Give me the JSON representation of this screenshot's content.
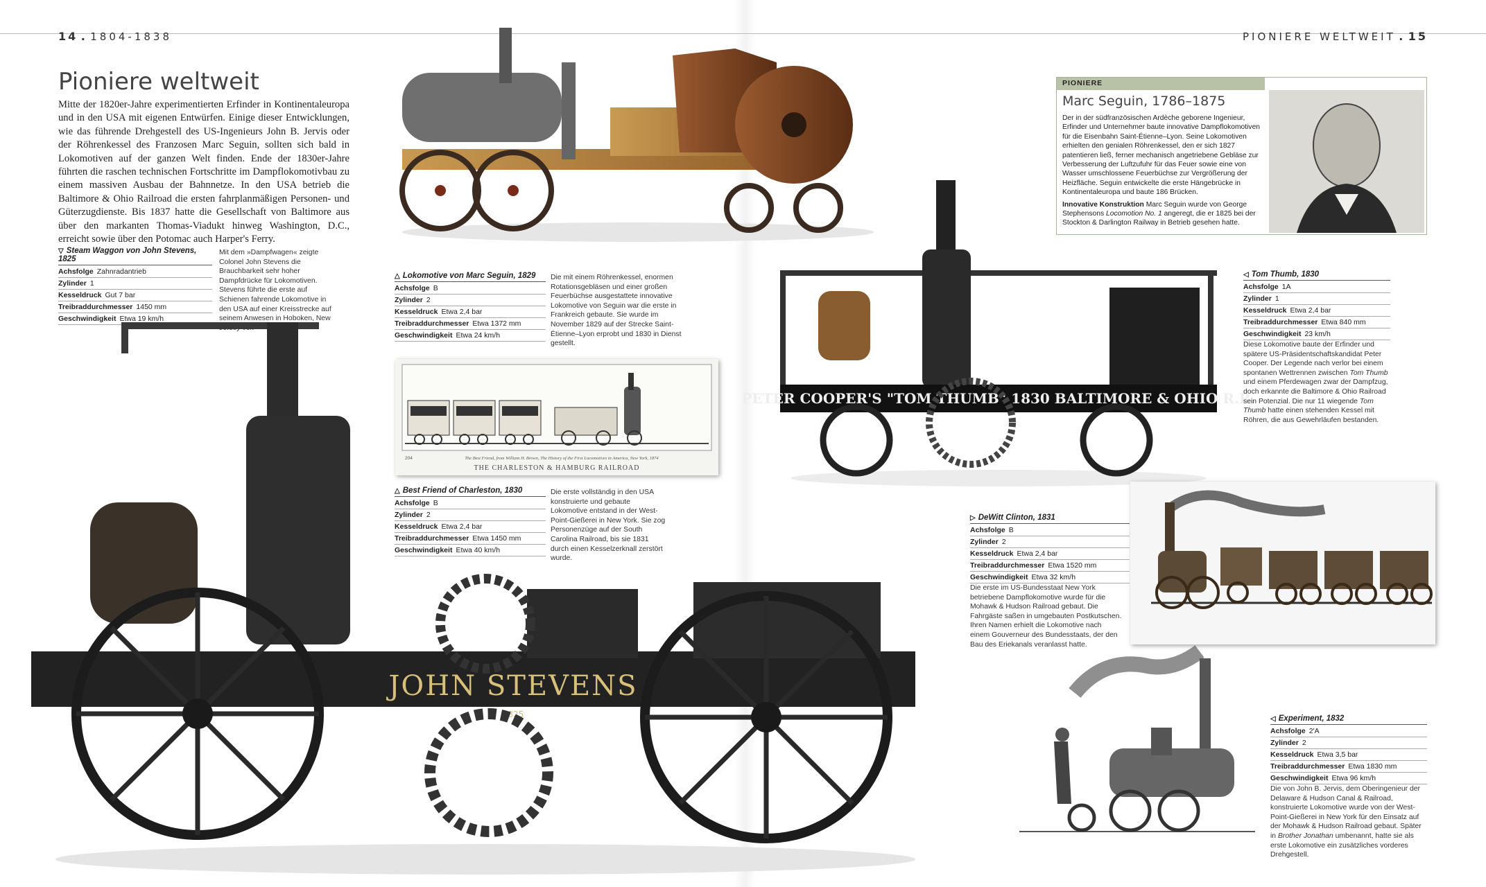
{
  "header": {
    "left_page_num": "14",
    "left_sep": ".",
    "left_range": "1804-1838",
    "right_title": "PIONIERE WELTWEIT",
    "right_sep": ".",
    "right_page_num": "15"
  },
  "title": "Pioniere weltweit",
  "intro": "Mitte der 1820er-Jahre experimentierten Erfinder in Kontinentaleuropa und in den USA mit eigenen Entwürfen. Einige dieser Entwicklungen, wie das führende Drehgestell des US-Ingenieurs John B. Jervis oder der Röhrenkessel des Franzosen Marc Seguin, sollten sich bald in Lokomotiven auf der ganzen Welt finden. Ende der 1830er-Jahre führten die raschen technischen Fortschritte im Dampflokomotivbau zu einem massiven Ausbau der Bahnnetze. In den USA betrieb die Baltimore & Ohio Railroad die ersten fahrplanmäßigen Personen- und Güterzugdienste. Bis 1837 hatte die Gesellschaft von Baltimore aus über den markanten Thomas-Viadukt hinweg Washington, D.C., erreicht sowie über den Potomac auch Harper's Ferry.",
  "pioneer": {
    "tag": "PIONIERE",
    "name": "Marc Seguin, 1786–1875",
    "text": "Der in der südfranzösischen Ardèche geborene Ingenieur, Erfinder und Unternehmer baute innovative Dampflokomotiven für die Eisenbahn Saint-Étienne–Lyon. Seine Lokomotiven erhielten den genialen Röhrenkessel, den er sich 1827 patentieren ließ, ferner mechanisch angetriebene Gebläse zur Verbesserung der Luftzufuhr für das Feuer sowie eine von Wasser umschlossene Feuerbüchse zur Vergrößerung der Heizfläche. Seguin entwickelte die erste Hängebrücke in Kontinentaleuropa und baute 186 Brücken.",
    "sub_label": "Innovative Konstruktion",
    "sub_pre": " Marc Seguin wurde von George Stephensons ",
    "sub_italic": "Locomotion No. 1",
    "sub_post": " angeregt, die er 1825 bei der Stockton & Darlington Railway in Betrieb gesehen hatte."
  },
  "specs": {
    "stevens": {
      "marker": "▽",
      "name": "Steam Waggon von John Stevens, 1825",
      "rows": [
        {
          "k": "Achsfolge",
          "v": "Zahnradantrieb"
        },
        {
          "k": "Zylinder",
          "v": "1"
        },
        {
          "k": "Kesseldruck",
          "v": "Gut 7 bar"
        },
        {
          "k": "Treibraddurchmesser",
          "v": "1450 mm"
        },
        {
          "k": "Geschwindigkeit",
          "v": "Etwa 19 km/h"
        }
      ],
      "desc": "Mit dem »Dampfwagen« zeigte Colonel John Stevens die Brauchbarkeit sehr hoher Dampfdrücke für Lokomotiven. Stevens führte die erste auf Schienen fahrende Lokomotive in den USA auf einer Kreisstrecke auf seinem Anwesen in Hoboken, New Jersey vor."
    },
    "seguin": {
      "marker": "△",
      "name": "Lokomotive von Marc Seguin, 1829",
      "rows": [
        {
          "k": "Achsfolge",
          "v": "B"
        },
        {
          "k": "Zylinder",
          "v": "2"
        },
        {
          "k": "Kesseldruck",
          "v": "Etwa 2,4 bar"
        },
        {
          "k": "Treibraddurchmesser",
          "v": "Etwa 1372 mm"
        },
        {
          "k": "Geschwindigkeit",
          "v": "Etwa 24 km/h"
        }
      ],
      "desc": "Die mit einem Röhrenkessel, enormen Rotationsgebläsen und einer großen Feuerbüchse ausgestattete innovative Lokomotive von Seguin war die erste in Frankreich gebaute. Sie wurde im November 1829 auf der Strecke Saint-Étienne–Lyon erprobt und 1830 in Dienst gestellt."
    },
    "bestfriend": {
      "marker": "△",
      "name": "Best Friend of Charleston, 1830",
      "rows": [
        {
          "k": "Achsfolge",
          "v": "B"
        },
        {
          "k": "Zylinder",
          "v": "2"
        },
        {
          "k": "Kesseldruck",
          "v": "Etwa 2,4 bar"
        },
        {
          "k": "Treibraddurchmesser",
          "v": "Etwa 1450 mm"
        },
        {
          "k": "Geschwindigkeit",
          "v": "Etwa 40 km/h"
        }
      ],
      "desc": "Die erste vollständig in den USA konstruierte und gebaute Lokomotive entstand in der West-Point-Gießerei in New York. Sie zog Personenzüge auf der South Carolina Railroad, bis sie 1831 durch einen Kesselzerknall zerstört wurde."
    },
    "tomthumb": {
      "marker": "◁",
      "name": "Tom Thumb, 1830",
      "rows": [
        {
          "k": "Achsfolge",
          "v": "1A"
        },
        {
          "k": "Zylinder",
          "v": "1"
        },
        {
          "k": "Kesseldruck",
          "v": "Etwa 2,4 bar"
        },
        {
          "k": "Treibraddurchmesser",
          "v": "Etwa 840 mm"
        },
        {
          "k": "Geschwindigkeit",
          "v": "23 km/h"
        }
      ],
      "desc_1": "Diese Lokomotive baute der Erfinder und spätere US-Präsidentschaftskandidat Peter Cooper. Der Legende nach verlor bei einem spontanen Wettrennen zwischen ",
      "desc_i1": "Tom Thumb",
      "desc_2": " und einem Pferdewagen zwar der Dampfzug, doch erkannte die Baltimore & Ohio Railroad sein Potenzial. Die nur 11 wiegende ",
      "desc_i2": "Tom Thumb",
      "desc_3": " hatte einen stehenden Kessel mit Röhren, die aus Gewehrläufen bestanden."
    },
    "dewitt": {
      "marker": "▷",
      "name": "DeWitt Clinton, 1831",
      "rows": [
        {
          "k": "Achsfolge",
          "v": "B"
        },
        {
          "k": "Zylinder",
          "v": "2"
        },
        {
          "k": "Kesseldruck",
          "v": "Etwa 2,4 bar"
        },
        {
          "k": "Treibraddurchmesser",
          "v": "Etwa 1520 mm"
        },
        {
          "k": "Geschwindigkeit",
          "v": "Etwa 32 km/h"
        }
      ],
      "desc": "Die erste im US-Bundesstaat New York betriebene Dampflokomotive wurde für die Mohawk & Hudson Railroad gebaut. Die Fahrgäste saßen in umgebauten Postkutschen. Ihren Namen erhielt die Lokomotive nach einem Gouverneur des Bundesstaats, der den Bau des Eriekanals veranlasst hatte."
    },
    "experiment": {
      "marker": "◁",
      "name": "Experiment, 1832",
      "rows": [
        {
          "k": "Achsfolge",
          "v": "2'A"
        },
        {
          "k": "Zylinder",
          "v": "2"
        },
        {
          "k": "Kesseldruck",
          "v": "Etwa 3,5 bar"
        },
        {
          "k": "Treibraddurchmesser",
          "v": "Etwa 1830 mm"
        },
        {
          "k": "Geschwindigkeit",
          "v": "Etwa 96 km/h"
        }
      ],
      "desc_1": "Die von John B. Jervis, dem Oberingenieur der Delaware & Hudson Canal & Railroad, konstruierte Lokomotive wurde von der West-Point-Gießerei in New York für den Einsatz auf der Mohawk & Hudson Railroad gebaut. Später in ",
      "desc_i1": "Brother Jonathan",
      "desc_2": " umbenannt, hatte sie als erste Lokomotive ein zusätzliches vorderes Drehgestell."
    }
  },
  "pictures": {
    "stevens_lettering": "JOHN STEVENS",
    "stevens_year": "1825",
    "tomthumb_lettering": "PETER COOPER'S \"TOM THUMB\" 1830  BALTIMORE & OHIO R.R.",
    "charleston_small_caption": "The Best Friend, from William H. Brown, The History of the First Locomotives in America, New York, 1874",
    "charleston_page": "204",
    "charleston_title": "THE CHARLESTON & HAMBURG RAILROAD"
  },
  "colors": {
    "pioneer_tag_bg": "#b8c2a6",
    "pioneer_border": "#aab69a",
    "text": "#222222",
    "title": "#444444"
  }
}
